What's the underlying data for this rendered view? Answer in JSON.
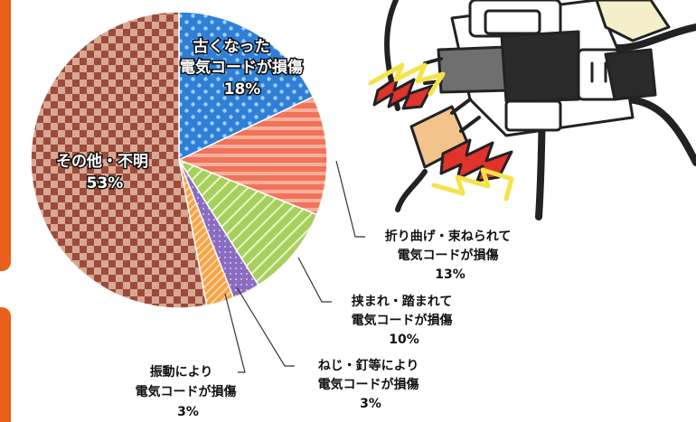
{
  "chart_data": {
    "type": "pie",
    "start": "top",
    "direction": "clockwise",
    "slices": [
      {
        "label_lines": [
          "古くなった",
          "電気コードが損傷"
        ],
        "value": 18,
        "value_label": "18%",
        "color": "#2f7fd6",
        "pattern": "dots",
        "label_position": "inside"
      },
      {
        "label_lines": [
          "折り曲げ・束ねられて",
          "電気コードが損傷"
        ],
        "value": 13,
        "value_label": "13%",
        "color": "#f0735a",
        "pattern": "stripes-h",
        "label_position": "outside"
      },
      {
        "label_lines": [
          "挟まれ・踏まれて",
          "電気コードが損傷"
        ],
        "value": 10,
        "value_label": "10%",
        "color": "#a6cf5c",
        "pattern": "stripes-diag",
        "label_position": "outside"
      },
      {
        "label_lines": [
          "ねじ・釘等により",
          "電気コードが損傷"
        ],
        "value": 3,
        "value_label": "3%",
        "color": "#8a6cc0",
        "pattern": "dots-small",
        "label_position": "outside"
      },
      {
        "label_lines": [
          "振動により",
          "電気コードが損傷"
        ],
        "value": 3,
        "value_label": "3%",
        "color": "#f6a54a",
        "pattern": "stripes-diag",
        "label_position": "outside"
      },
      {
        "label_lines": [
          "その他・不明"
        ],
        "value": 53,
        "value_label": "53%",
        "color": "#9c4b3a",
        "pattern": "checker",
        "label_position": "inside"
      }
    ]
  },
  "illustration": {
    "icon": "overloaded-power-strip-sparking-icon",
    "colors": {
      "outline": "#222222",
      "plug_tan": "#f2c48c",
      "spark_red": "#e0332b",
      "spark_yellow": "#f4e34a",
      "socket_gray": "#6f6f6f"
    }
  },
  "accent_color": "#e8601c"
}
